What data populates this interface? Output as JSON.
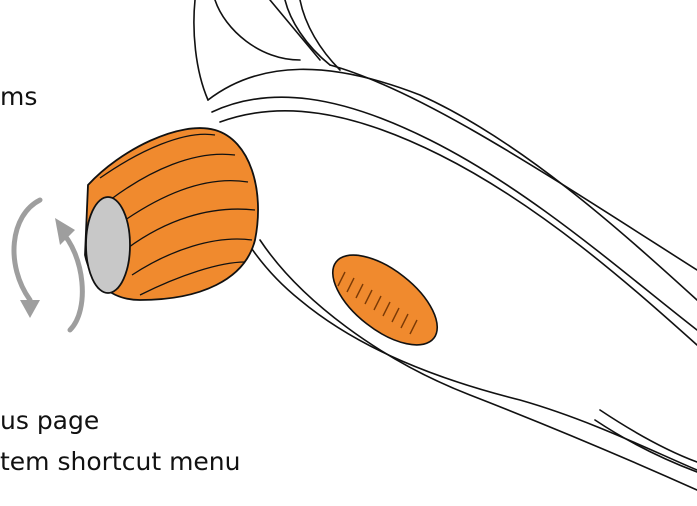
{
  "labels": {
    "line1": "ms",
    "line2": "us page",
    "line3": "tem shortcut menu"
  },
  "colors": {
    "accent": "#F08A2E",
    "accent_dark": "#C0661A",
    "outline": "#111111",
    "arrow": "#9E9E9E",
    "crown_face": "#C8C8C8"
  }
}
